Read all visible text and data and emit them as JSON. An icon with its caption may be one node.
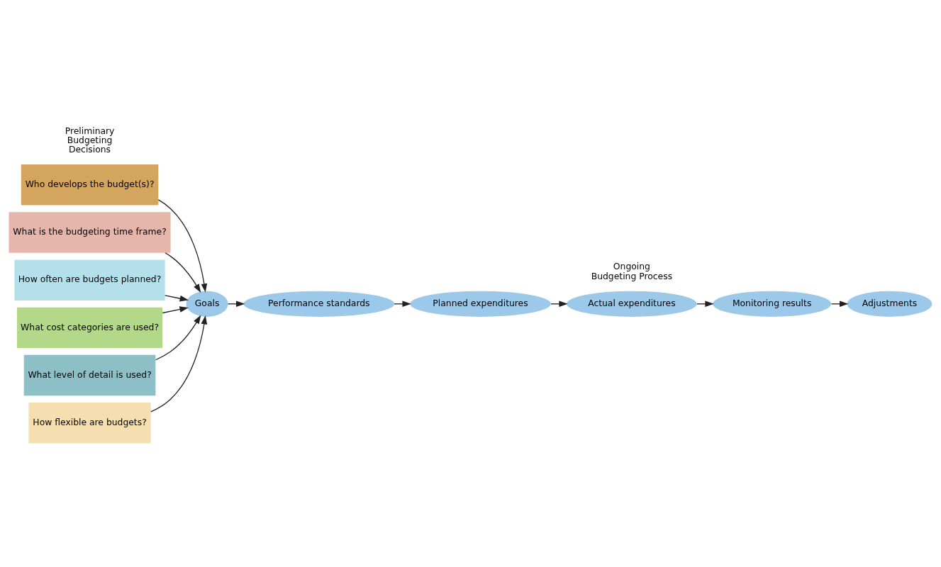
{
  "diagram": {
    "nodes": [
      {
        "text": [
          "Who develops the budget(s)?"
        ]
      },
      {
        "text": [
          "What is the budgeting time frame?"
        ]
      },
      {
        "text": [
          "How often are budgets planned?"
        ]
      },
      {
        "text": [
          "What cost categories are used?"
        ]
      },
      {
        "text": [
          "What level of detail is used?"
        ]
      },
      {
        "text": [
          "How flexible are budgets?"
        ]
      },
      {
        "text": [
          "Goals"
        ]
      },
      {
        "text": [
          "Performance standards"
        ]
      },
      {
        "text": [
          "Planned expenditures"
        ]
      },
      {
        "text": [
          "Actual expenditures"
        ]
      },
      {
        "text": [
          "Monitoring results"
        ]
      },
      {
        "text": [
          "Adjustments"
        ]
      }
    ],
    "edges": [
      {
        "from": 0,
        "to": 6,
        "arrow": "to"
      },
      {
        "from": 1,
        "to": 6,
        "arrow": "to"
      },
      {
        "from": 2,
        "to": 6,
        "arrow": "to"
      },
      {
        "from": 3,
        "to": 6,
        "arrow": "to"
      },
      {
        "from": 4,
        "to": 6,
        "arrow": "to"
      },
      {
        "from": 5,
        "to": 6,
        "arrow": "to"
      },
      {
        "from": 6,
        "to": 7,
        "arrow": "to"
      },
      {
        "from": 7,
        "to": 8,
        "arrow": "to"
      },
      {
        "from": 8,
        "to": 9,
        "arrow": "to"
      },
      {
        "from": 9,
        "to": 10,
        "arrow": "to"
      },
      {
        "from": 10,
        "to": 11,
        "arrow": "to"
      }
    ],
    "labels": [
      "Preliminary Budgeting Decisions",
      "Ongoing Budgeting Process"
    ]
  }
}
